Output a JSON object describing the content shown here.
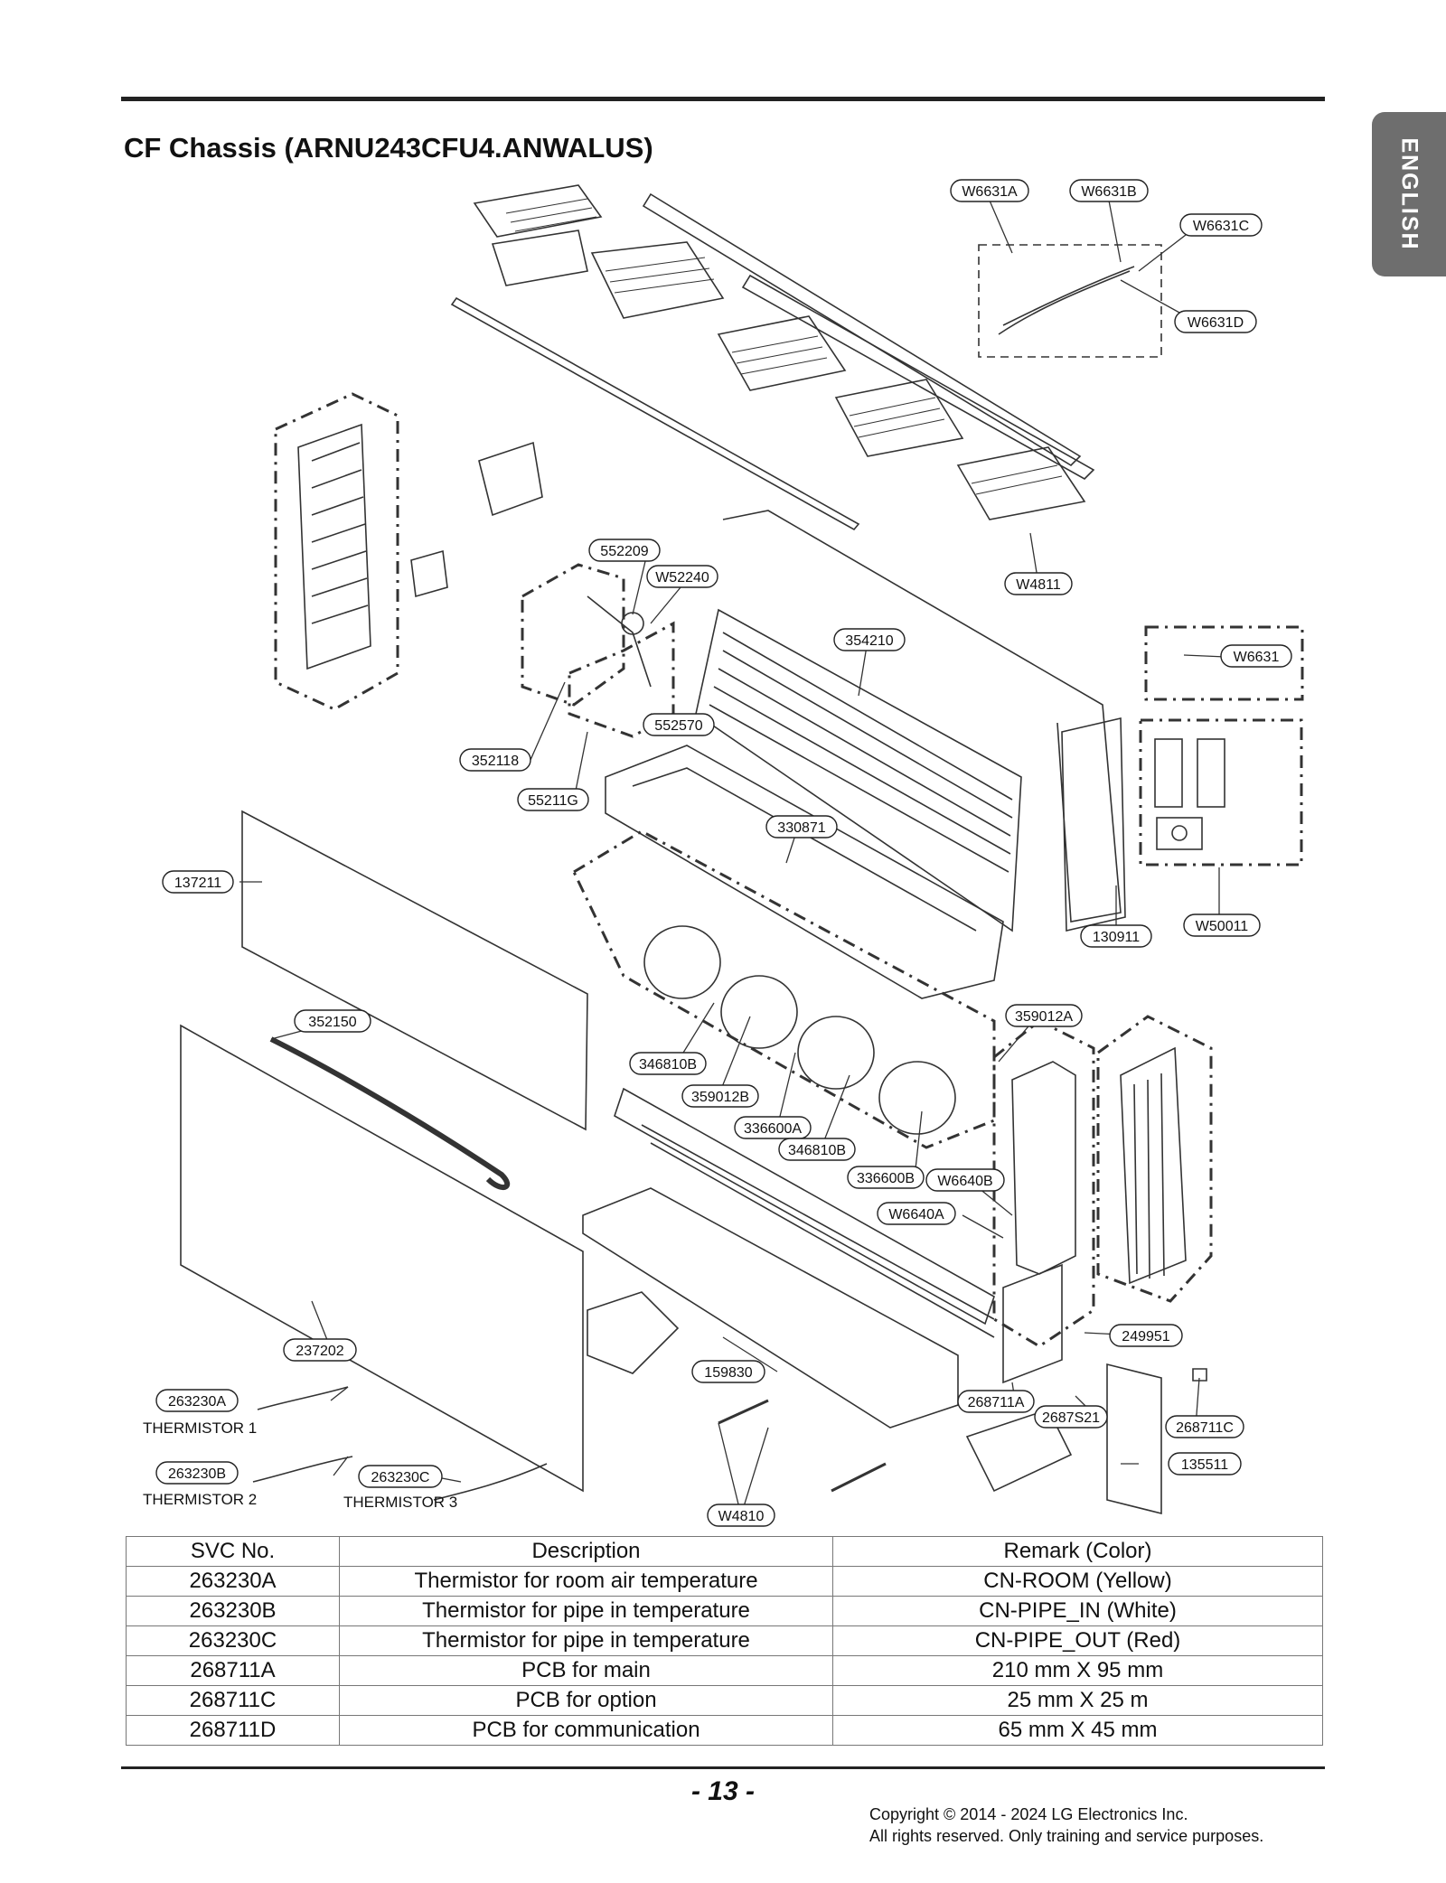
{
  "header": {
    "title": "CF Chassis (ARNU243CFU4.ANWALUS)",
    "language_tab": "ENGLISH"
  },
  "diagram": {
    "callouts": {
      "w6631a": "W6631A",
      "w6631b": "W6631B",
      "w6631c": "W6631C",
      "w6631d": "W6631D",
      "w4811": "W4811",
      "p552209": "552209",
      "w52240": "W52240",
      "p354210": "354210",
      "w6631": "W6631",
      "p552570": "552570",
      "p352118": "352118",
      "p55211g": "55211G",
      "p330871": "330871",
      "p137211": "137211",
      "p130911": "130911",
      "w50011": "W50011",
      "p352150": "352150",
      "p359012a": "359012A",
      "p346810b_1": "346810B",
      "p359012b": "359012B",
      "p336600a": "336600A",
      "p346810b_2": "346810B",
      "p336600b": "336600B",
      "w6640b": "W6640B",
      "w6640a": "W6640A",
      "p249951": "249951",
      "p237202": "237202",
      "p159830": "159830",
      "p268711a": "268711A",
      "p2687s21": "2687S21",
      "p268711c": "268711C",
      "p263230a": "263230A",
      "p135511": "135511",
      "p263230b": "263230B",
      "p263230c": "263230C",
      "w4810": "W4810"
    },
    "thermistor_labels": {
      "t1": "THERMISTOR 1",
      "t2": "THERMISTOR 2",
      "t3": "THERMISTOR 3"
    }
  },
  "parts_table": {
    "headers": [
      "SVC No.",
      "Description",
      "Remark (Color)"
    ],
    "rows": [
      [
        "263230A",
        "Thermistor for room air temperature",
        "CN-ROOM (Yellow)"
      ],
      [
        "263230B",
        "Thermistor for pipe in temperature",
        "CN-PIPE_IN (White)"
      ],
      [
        "263230C",
        "Thermistor for pipe in temperature",
        "CN-PIPE_OUT (Red)"
      ],
      [
        "268711A",
        "PCB for main",
        "210 mm X 95 mm"
      ],
      [
        "268711C",
        "PCB for option",
        "25 mm X 25 m"
      ],
      [
        "268711D",
        "PCB for communication",
        "65 mm X 45 mm"
      ]
    ]
  },
  "footer": {
    "page_number": "- 13 -",
    "copyright_line1": "Copyright © 2014 - 2024 LG Electronics Inc.",
    "copyright_line2": "All rights reserved. Only training and service purposes."
  }
}
